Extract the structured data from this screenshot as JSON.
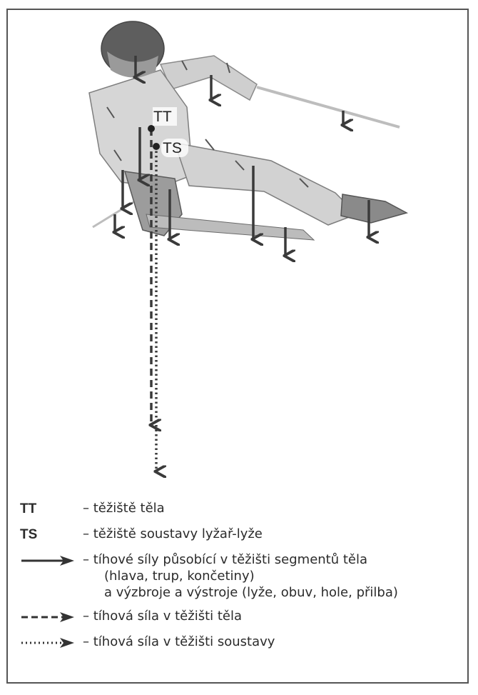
{
  "diagram": {
    "point_labels": {
      "tt": "TT",
      "ts": "TS"
    },
    "colors": {
      "arrow": "#3a3a3a",
      "suit_light": "#d8d8d8",
      "suit_dark": "#6e6e6e",
      "frame": "#555555"
    }
  },
  "legend": {
    "items": [
      {
        "key": "TT",
        "text": "– těžiště těla"
      },
      {
        "key": "TS",
        "text": "– těžiště soustavy lyžař-lyže"
      },
      {
        "key_style": "solid-arrow",
        "text": "– tíhové síly působící v těžišti segmentů těla",
        "text_line2": "(hlava, trup, končetiny)",
        "text_line3": "a výzbroje a výstroje (lyže, obuv, hole, přilba)"
      },
      {
        "key_style": "dashed-arrow",
        "text": "– tíhová síla v těžišti těla"
      },
      {
        "key_style": "dotted-arrow",
        "text": "– tíhová síla v těžišti soustavy"
      }
    ]
  }
}
